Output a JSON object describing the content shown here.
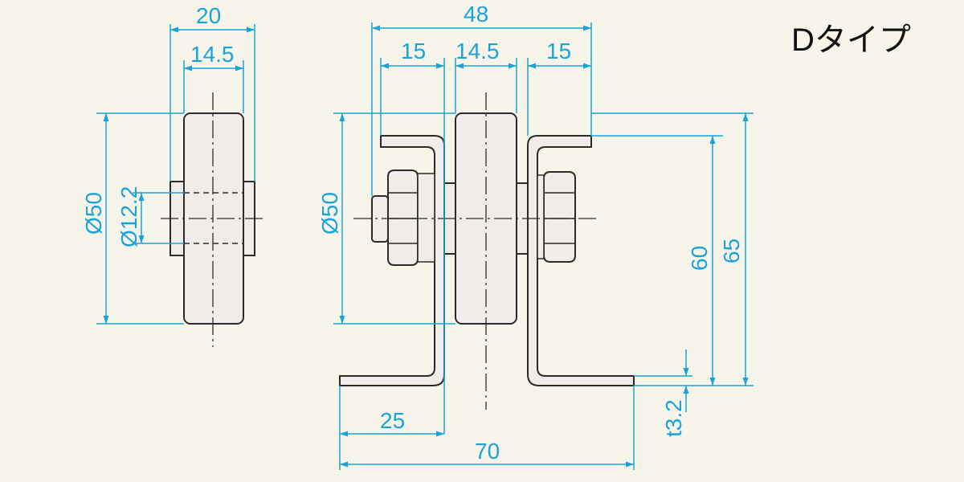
{
  "title": "Dタイプ",
  "colors": {
    "background": "#f7f4e9",
    "dimension": "#1aa3d9",
    "part_fill": "#f1ece9",
    "outline": "#2b2b2b"
  },
  "side_view": {
    "dims": {
      "overall_width": "20",
      "wheel_width": "14.5",
      "wheel_diameter": "Ø50",
      "bore_diameter": "Ø12.2"
    }
  },
  "front_view": {
    "dims": {
      "overall_width": "48",
      "left_gap": "15",
      "wheel_width": "14.5",
      "right_gap": "15",
      "wheel_diameter": "Ø50",
      "bracket_inner_height": "60",
      "bracket_height": "65",
      "plate_thickness": "t3.2",
      "flange_length": "25",
      "base_width": "70"
    }
  }
}
